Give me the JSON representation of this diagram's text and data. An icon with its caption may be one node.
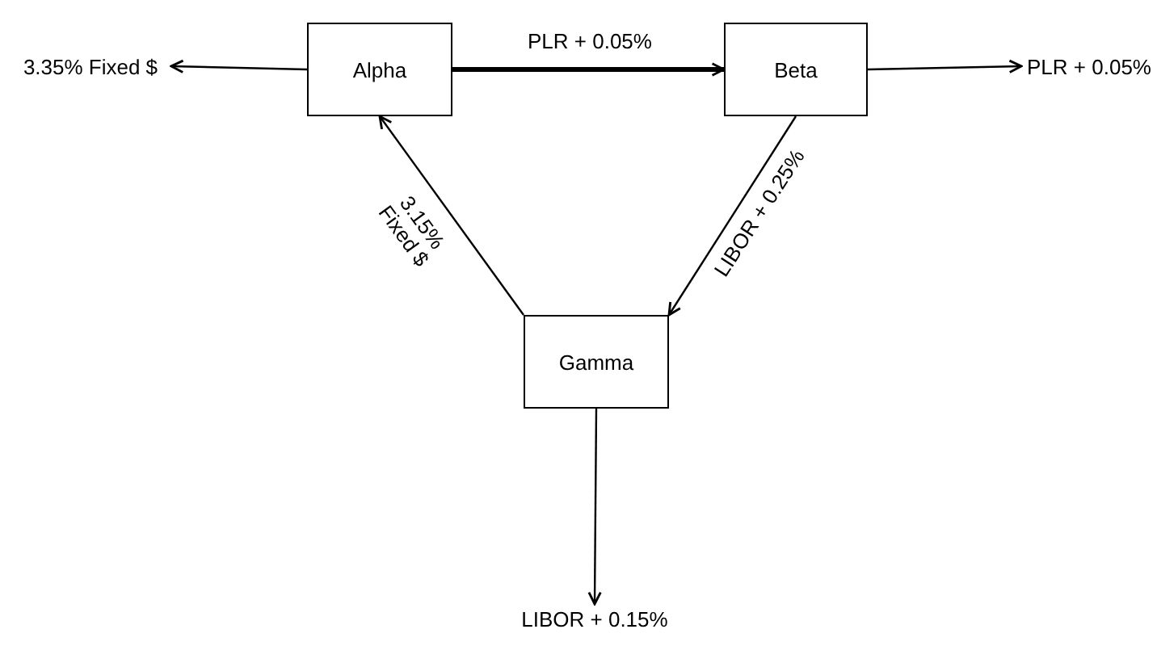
{
  "diagram": {
    "nodes": [
      {
        "text": [
          "Alpha"
        ]
      },
      {
        "text": [
          "Beta"
        ]
      },
      {
        "text": [
          "Gamma"
        ]
      },
      {
        "text": [
          "3.35% Fixed $"
        ]
      },
      {
        "text": [
          "PLR + 0.05%"
        ]
      },
      {
        "text": [
          "LIBOR + 0.15%"
        ]
      }
    ],
    "edges": [
      {
        "from": 0,
        "to": 3,
        "arrow": "to"
      },
      {
        "from": 0,
        "to": 1,
        "arrow": "to",
        "label": "PLR + 0.05%",
        "style": "thick"
      },
      {
        "from": 1,
        "to": 4,
        "arrow": "to"
      },
      {
        "from": 2,
        "to": 0,
        "arrow": "to",
        "label": "3.15% Fixed $"
      },
      {
        "from": 1,
        "to": 2,
        "arrow": "to",
        "label": "LIBOR + 0.25%"
      },
      {
        "from": 2,
        "to": 5,
        "arrow": "to"
      }
    ]
  }
}
